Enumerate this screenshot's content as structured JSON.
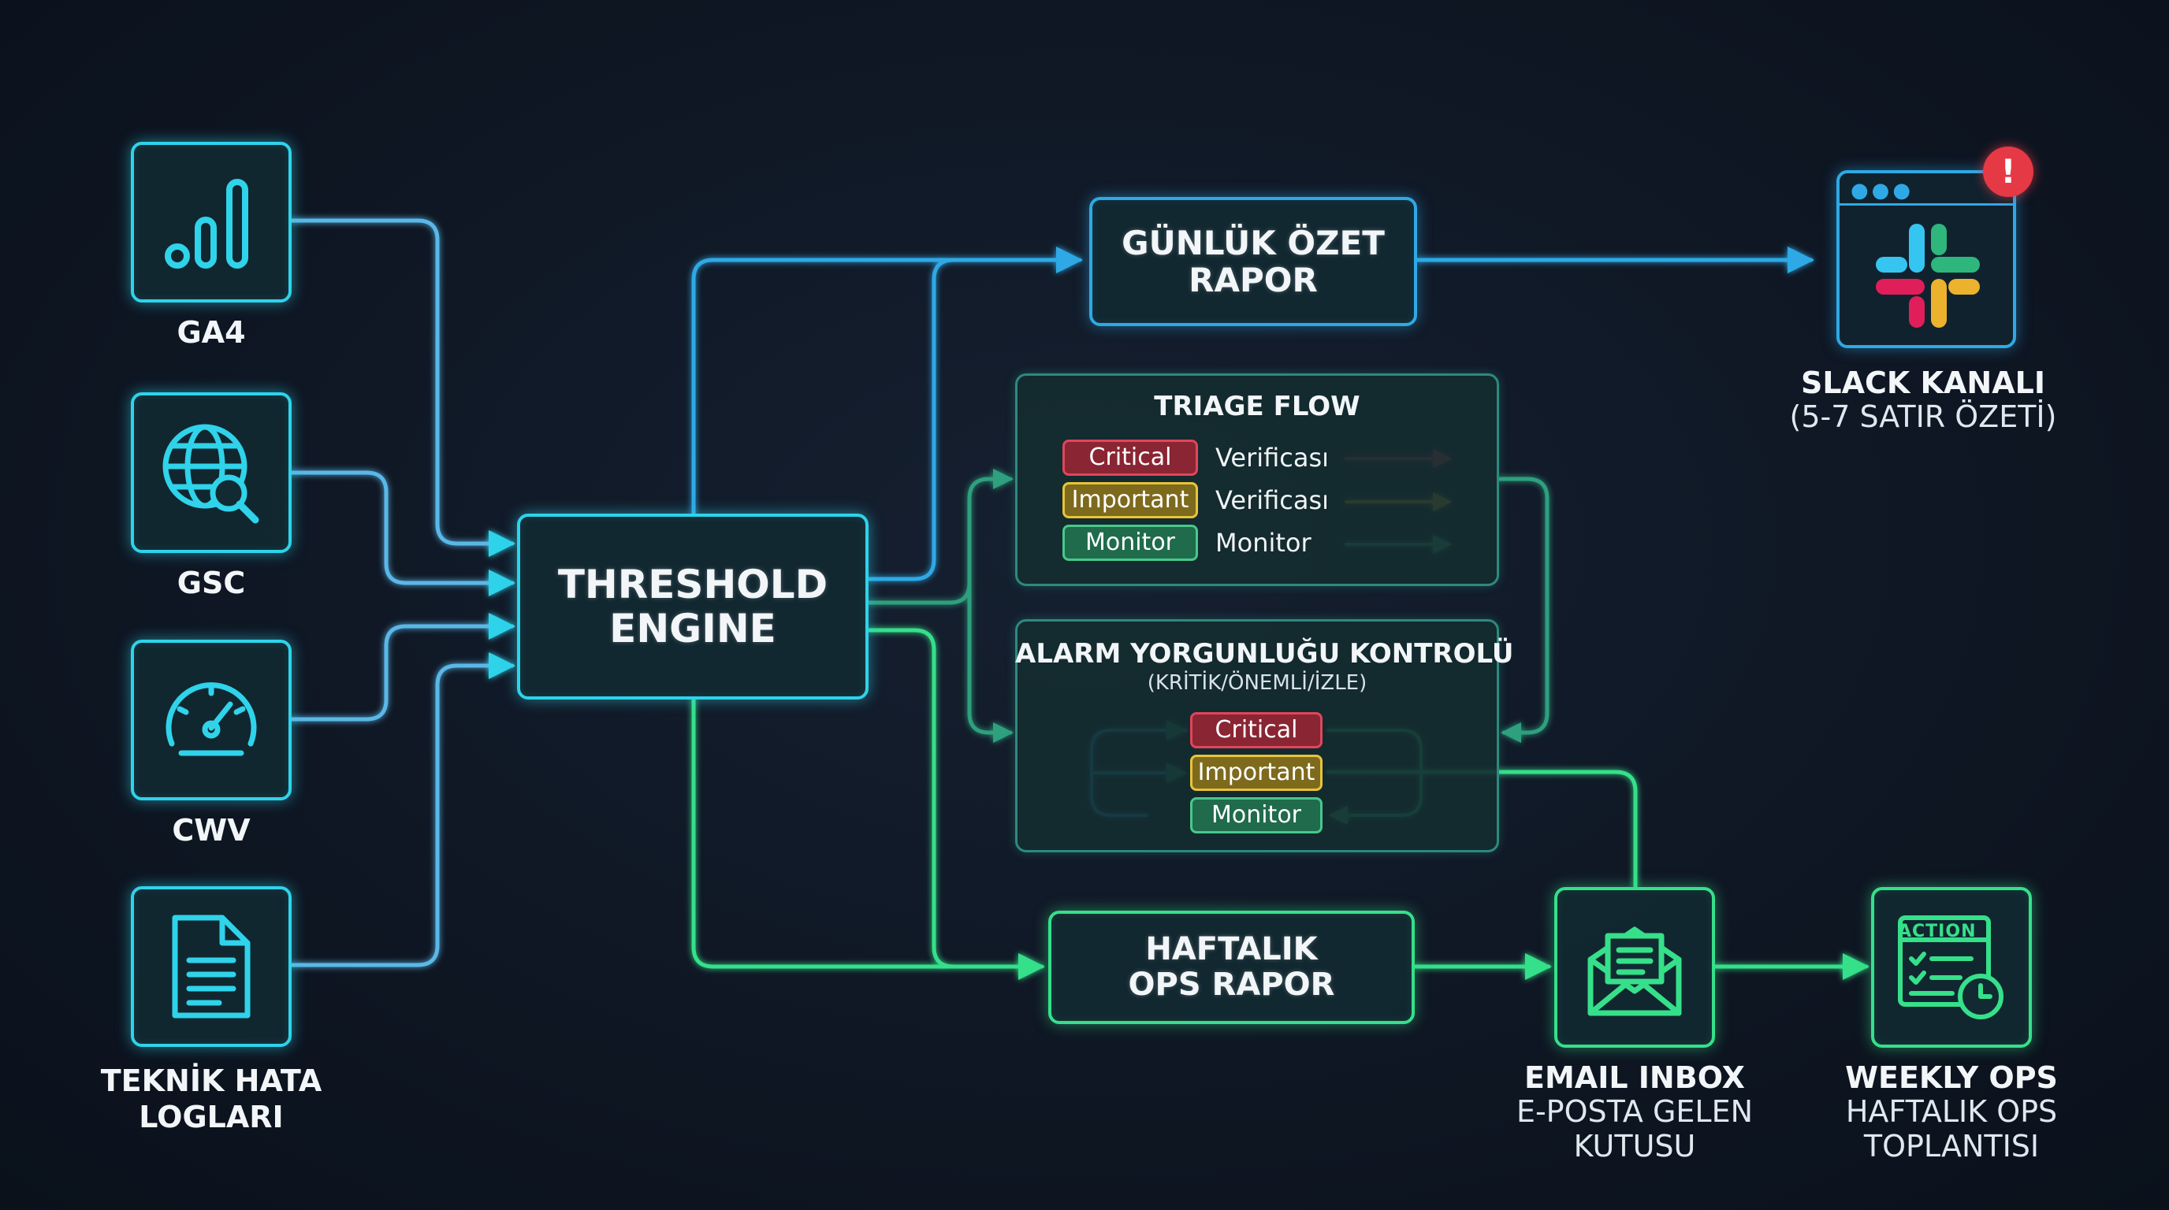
{
  "sources": [
    {
      "label": "GA4",
      "icon": "bar-chart-icon"
    },
    {
      "label": "GSC",
      "icon": "globe-search-icon"
    },
    {
      "label": "CWV",
      "icon": "speedometer-icon"
    },
    {
      "label_line1": "TEKNİK HATA",
      "label_line2": "LOGLARI",
      "icon": "document-icon"
    }
  ],
  "engine": {
    "line1": "THRESHOLD",
    "line2": "ENGINE"
  },
  "daily_report": {
    "line1": "GÜNLÜK ÖZET",
    "line2": "RAPOR"
  },
  "slack": {
    "line1": "SLACK KANALI",
    "line2": "(5-7 SATIR ÖZETİ)",
    "alert": "!"
  },
  "triage": {
    "title": "TRIAGE FLOW",
    "rows": [
      {
        "level": "Critical",
        "action": "Verificası"
      },
      {
        "level": "Important",
        "action": "Verificası"
      },
      {
        "level": "Monitor",
        "action": "Monitor"
      }
    ]
  },
  "alarm": {
    "title": "ALARM YORGUNLUĞU KONTROLÜ",
    "subtitle": "(KRİTİK/ÖNEMLİ/İZLE)",
    "levels": [
      "Critical",
      "Important",
      "Monitor"
    ]
  },
  "weekly_report": {
    "line1": "HAFTALIK",
    "line2": "OPS RAPOR"
  },
  "email": {
    "title": "EMAIL INBOX",
    "sub1": "E-POSTA GELEN",
    "sub2": "KUTUSU"
  },
  "weekly_ops": {
    "title": "WEEKLY OPS",
    "sub1": "HAFTALIK OPS",
    "sub2": "TOPLANTISI",
    "badge": "ACTION"
  },
  "colors": {
    "cyan": "#2fd3ea",
    "blue": "#2fa9e6",
    "green": "#36e08a",
    "teal": "#2c8a7e",
    "critical": "#e0465a",
    "important": "#e8c43a",
    "monitor": "#47c98a",
    "alert": "#e63946",
    "background": "#0f1724"
  }
}
